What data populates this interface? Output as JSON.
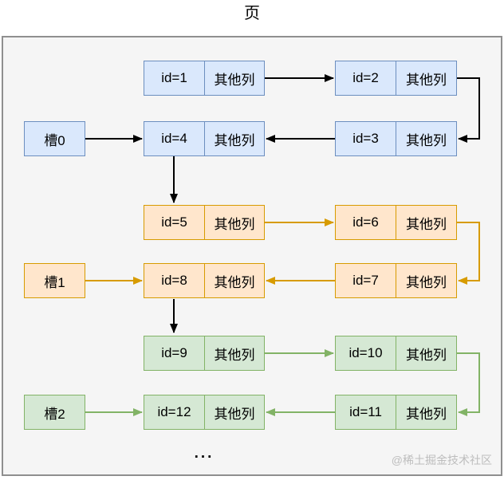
{
  "title": "页",
  "footer": {
    "ellipsis": "...",
    "watermark": "@稀土掘金技术社区"
  },
  "colors": {
    "blue_fill": "#dae8fc",
    "blue_border": "#6c8ebf",
    "orange_fill": "#ffe6cc",
    "orange_border": "#d79b00",
    "green_fill": "#d5e8d4",
    "green_border": "#82b366",
    "arrow_black": "#000000",
    "page_bg": "#f5f5f5",
    "page_border": "#8f8f8f",
    "watermark_color": "#bdbdbd"
  },
  "groups": [
    {
      "theme": "blue",
      "slot": "槽0",
      "records": [
        {
          "id": "id=1",
          "other": "其他列"
        },
        {
          "id": "id=2",
          "other": "其他列"
        },
        {
          "id": "id=3",
          "other": "其他列"
        },
        {
          "id": "id=4",
          "other": "其他列"
        }
      ]
    },
    {
      "theme": "orange",
      "slot": "槽1",
      "records": [
        {
          "id": "id=5",
          "other": "其他列"
        },
        {
          "id": "id=6",
          "other": "其他列"
        },
        {
          "id": "id=7",
          "other": "其他列"
        },
        {
          "id": "id=8",
          "other": "其他列"
        }
      ]
    },
    {
      "theme": "green",
      "slot": "槽2",
      "records": [
        {
          "id": "id=9",
          "other": "其他列"
        },
        {
          "id": "id=10",
          "other": "其他列"
        },
        {
          "id": "id=11",
          "other": "其他列"
        },
        {
          "id": "id=12",
          "other": "其他列"
        }
      ]
    }
  ]
}
